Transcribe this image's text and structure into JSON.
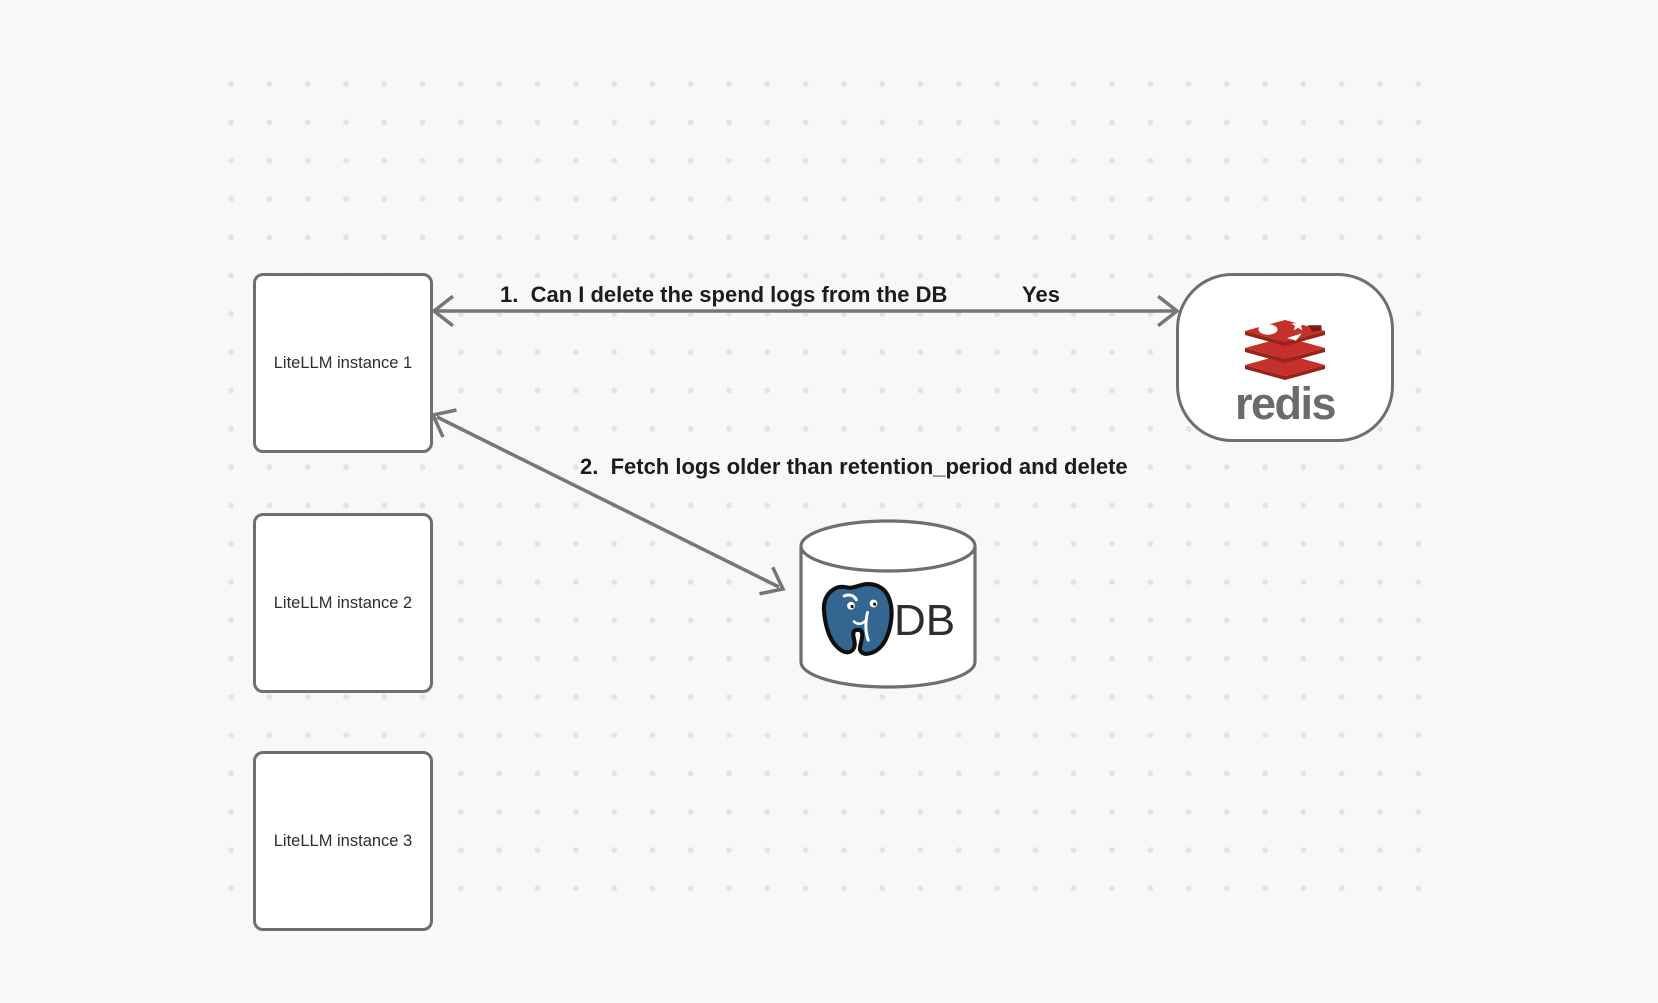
{
  "colors": {
    "background": "#f8f8f8",
    "grid_dot": "#e3e3e3",
    "shape_stroke": "#6f6f6f",
    "arrow_gray": "#767676",
    "label_text": "#1c1c1e",
    "redis_red": "#c6302b",
    "redis_red_dark": "#9a2318",
    "redis_wordmark_gray": "#6b6b6b",
    "postgres_blue": "#336791"
  },
  "icons": {
    "redis": "redis-stack-logo-icon",
    "db": "postgresql-elephant-icon"
  },
  "nodes": {
    "litellm_instances": [
      {
        "label": "LiteLLM instance 1"
      },
      {
        "label": "LiteLLM instance 2"
      },
      {
        "label": "LiteLLM instance 3"
      }
    ],
    "redis": {
      "wordmark": "redis"
    },
    "db": {
      "label": "DB"
    }
  },
  "edges": [
    {
      "label": "1.  Can I delete the spend logs from the DB",
      "response": "Yes",
      "from": "LiteLLM instance 1",
      "to": "redis",
      "arrowheads": "both"
    },
    {
      "label": "2.  Fetch logs older than retention_period and delete",
      "from": "LiteLLM instance 1",
      "to": "DB",
      "arrowheads": "both"
    }
  ]
}
